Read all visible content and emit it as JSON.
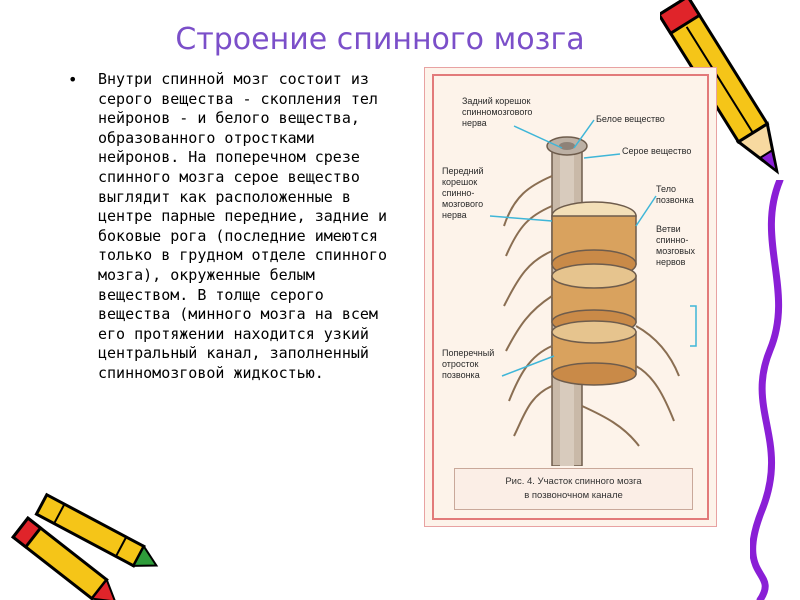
{
  "slide": {
    "title": "Строение спинного мозга",
    "bullet_symbol": "•",
    "body": "Внутри спинной мозг состоит из серого вещества - скопления тел нейронов - и белого вещества, образованного отростками нейронов. На поперечном срезе спинного мозга серое вещество выглядит как расположенные в центре парные передние, задние и боковые рога (последние имеются только в грудном отделе спинного мозга), окруженные белым веществом. В толще серого вещества (минного мозга на всем его протяжении находится узкий центральный канал, заполненный спинномозговой жидкостью."
  },
  "figure": {
    "labels": {
      "posterior_root": "Задний корешок\nспинномозгового\nнерва",
      "white_matter": "Белое вещество",
      "gray_matter": "Серое вещество",
      "anterior_root": "Передний\nкорешок\nспинно-\nмозгового\nнерва",
      "vertebral_body": "Тело\nпозвонка",
      "nerve_branches": "Ветви\nспинно-\nмозговых\nнервов",
      "transverse_process": "Поперечный\nотросток\nпозвонка"
    },
    "caption": "Рис. 4. Участок спинного мозга\nв позвоночном канале"
  },
  "colors": {
    "title": "#7b4fc9",
    "pencil_yellow": "#f5c518",
    "pencil_red": "#e0242a",
    "pencil_purple": "#8a1fd6",
    "frame": "#e27a7a",
    "vertebra": "#d9a25e",
    "leader_line": "#3fb6d8"
  },
  "decorations": {
    "clipart": [
      "pencil-icon",
      "crayon-icon",
      "squiggle-line"
    ]
  }
}
